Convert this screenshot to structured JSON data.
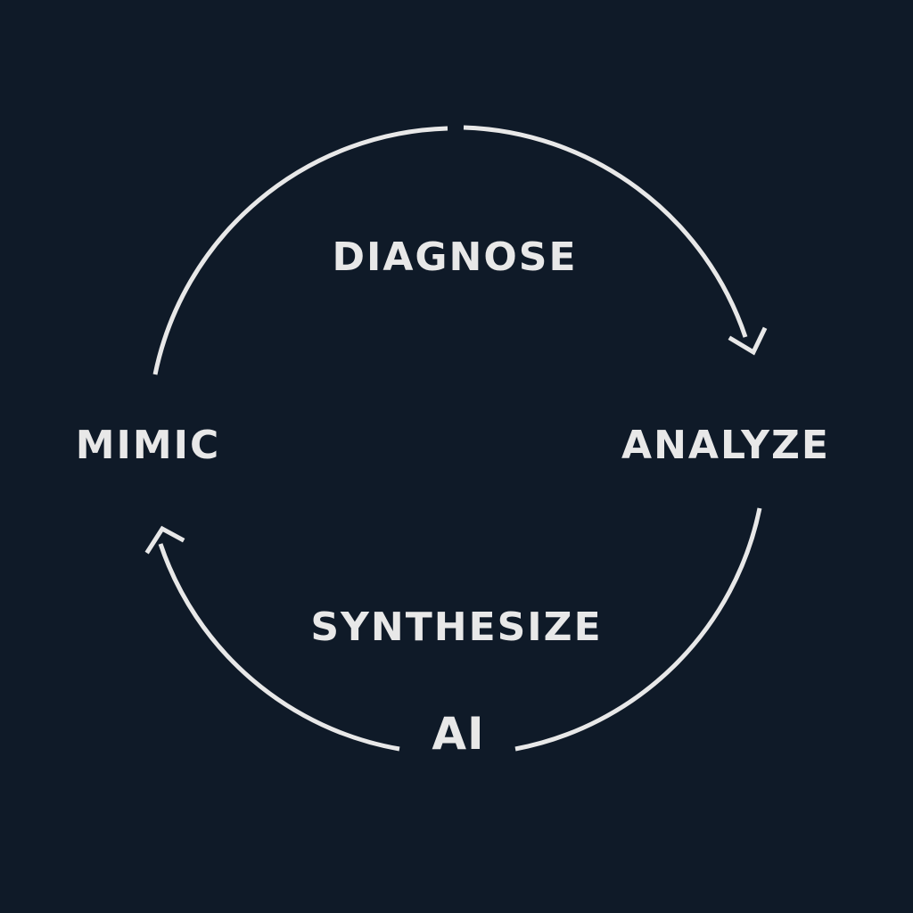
{
  "colors": {
    "background": "#0f1a28",
    "stroke": "#e8e8e8",
    "text": "#e8e8e8"
  },
  "diagram": {
    "stages": {
      "diagnose": "DIAGNOSE",
      "analyze": "ANALYZE",
      "synthesize": "SYNTHESIZE",
      "mimic": "MIMIC",
      "center": "AI"
    }
  }
}
